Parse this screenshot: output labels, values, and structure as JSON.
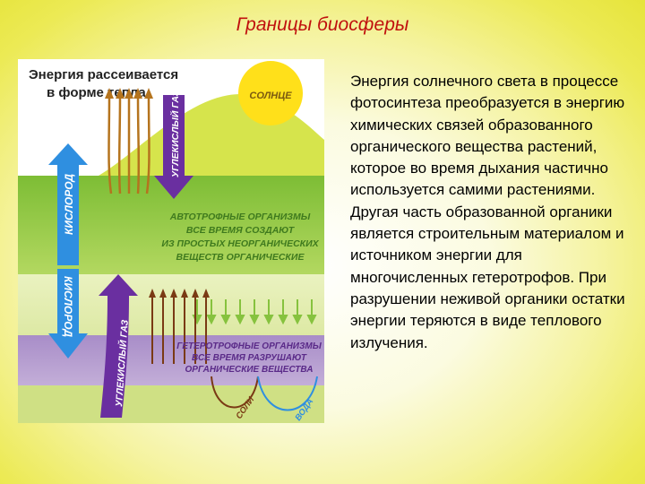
{
  "slide": {
    "title": "Границы биосферы",
    "paragraphs": [
      "Энергия солнечного света в процессе фотосинтеза преобразуется в энергию химических связей образованного органического вещества растений, которое во время дыхания частично используется самими растениями.",
      "Другая часть образованной органики является строительным материалом и источником энергии для многочисленных гетеротрофов. При разрушении неживой органики остатки энергии теряются в виде теплового излучения."
    ]
  },
  "diagram": {
    "heat_caption_line1": "Энергия рассеивается",
    "heat_caption_line2": "в форме тепла",
    "sun_label": "СОЛНЦЕ",
    "co2_label": "УГЛЕКИСЛЫЙ ГАЗ",
    "oxygen_label": "КИСЛОРОД",
    "autotroph_lines": [
      "АВТОТРОФНЫЕ ОРГАНИЗМЫ",
      "ВСЕ ВРЕМЯ СОЗДАЮТ",
      "ИЗ ПРОСТЫХ НЕОРГАНИЧЕСКИХ",
      "ВЕЩЕСТВ ОРГАНИЧЕСКИЕ"
    ],
    "heterotroph_lines": [
      "ГЕТЕРОТРОФНЫЕ ОРГАНИЗМЫ",
      "ВСЕ ВРЕМЯ РАЗРУШАЮТ",
      "ОРГАНИЧЕСКИЕ ВЕЩЕСТВА"
    ],
    "salt_label": "СОЛИ",
    "water_label": "ВОДА",
    "colors": {
      "sky": "#ffffff",
      "hill": "#d8e64a",
      "sun": "#ffe21a",
      "green_band": "#86c23e",
      "purple_band": "#b69ad0",
      "bottom_band": "#c8dd78",
      "arrow_blue": "#2f8fe0",
      "arrow_purple": "#6a2fa0",
      "heat_arrow": "#b5741e",
      "text_dark_green": "#3f7a1e"
    }
  }
}
